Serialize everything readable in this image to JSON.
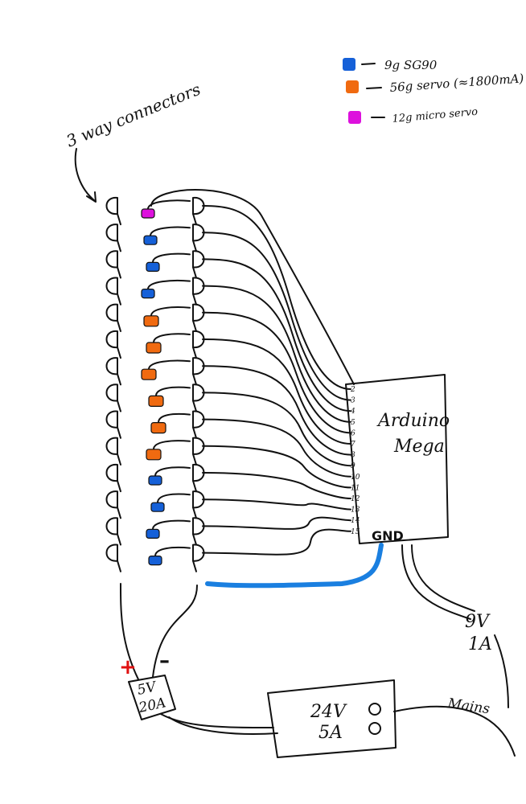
{
  "annotation": {
    "connectors_label": "3 way connectors"
  },
  "legend": [
    {
      "label": "9g SG90",
      "color": "#1560d8"
    },
    {
      "label": "56g servo (≈1800mA)",
      "color": "#f06a10"
    },
    {
      "label": "12g micro servo",
      "color": "#dd11dd"
    }
  ],
  "servos": [
    "micro",
    "sg90",
    "sg90",
    "sg90",
    "servo56",
    "servo56",
    "servo56",
    "servo56",
    "servo56",
    "servo56",
    "sg90",
    "sg90",
    "sg90",
    "sg90"
  ],
  "arduino": {
    "title_line1": "Arduino",
    "title_line2": "Mega",
    "pins": [
      "2",
      "3",
      "4",
      "5",
      "6",
      "7",
      "8",
      "9",
      "10",
      "11",
      "12",
      "13",
      "14",
      "15"
    ],
    "gnd_label": "GND"
  },
  "psu_5v": {
    "line1": "5V",
    "line2": "20A",
    "plus": "+",
    "minus": "–"
  },
  "psu_24v": {
    "line1": "24V",
    "line2": "5A"
  },
  "adapter_9v": {
    "line1": "9V",
    "line2": "1A"
  },
  "mains_label": "Mains",
  "colors": {
    "gnd_wire": "#1a7fe0",
    "plus": "#e01010",
    "ink": "#111111"
  }
}
